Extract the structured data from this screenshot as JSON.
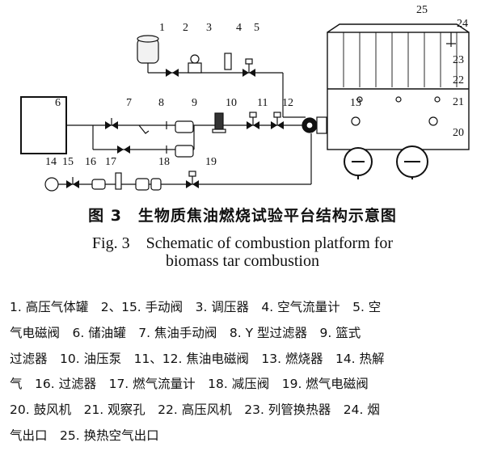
{
  "figure": {
    "caption_cn": "图 3　生物质焦油燃烧试验平台结构示意图",
    "caption_en_line1": "Fig. 3　Schematic of combustion platform for",
    "caption_en_line2": "biomass tar combustion"
  },
  "labels": [
    "1",
    "2",
    "3",
    "4",
    "5",
    "6",
    "7",
    "8",
    "9",
    "10",
    "11",
    "12",
    "13",
    "14",
    "15",
    "16",
    "17",
    "18",
    "19",
    "20",
    "21",
    "22",
    "23",
    "24",
    "25"
  ],
  "legend_lines": [
    "1. 高压气体罐　2、15. 手动阀　3. 调压器　4. 空气流量计　5. 空",
    "气电磁阀　6. 储油罐　7. 焦油手动阀　8. Y 型过滤器　9. 篮式",
    "过滤器　10. 油压泵　11、12. 焦油电磁阀　13. 燃烧器　14. 热解",
    "气　16. 过滤器　17. 燃气流量计　18. 减压阀　19. 燃气电磁阀",
    "20. 鼓风机　21. 观察孔　22. 高压风机　23. 列管换热器　24. 烟",
    "气出口　25. 换热空气出口"
  ]
}
